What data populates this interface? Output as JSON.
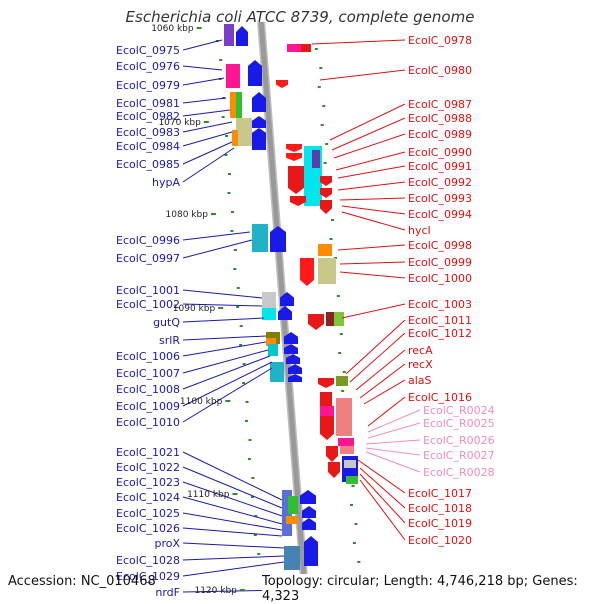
{
  "title": "Escherichia coli ATCC 8739, complete genome",
  "footer": {
    "accession": "Accession: NC_010468",
    "topology": "Topology: circular; Length: 4,746,218 bp; Genes: 4,323"
  },
  "colors": {
    "left_label": "#1a1aa8",
    "right_label": "#dd1111",
    "rna_label": "#f08cbe",
    "backbone": "#999999",
    "tick": "#2e8b2e"
  },
  "scale_ticks": [
    "1060 kbp",
    "1070 kbp",
    "1080 kbp",
    "1090 kbp",
    "1100 kbp",
    "1110 kbp",
    "1120 kbp"
  ],
  "left_labels": [
    "EcolC_0975",
    "EcolC_0976",
    "EcolC_0979",
    "EcolC_0981",
    "EcolC_0982",
    "EcolC_0983",
    "EcolC_0984",
    "EcolC_0985",
    "hypA",
    "EcolC_0996",
    "EcolC_0997",
    "EcolC_1001",
    "EcolC_1002",
    "gutQ",
    "srlR",
    "EcolC_1006",
    "EcolC_1007",
    "EcolC_1008",
    "EcolC_1009",
    "EcolC_1010",
    "EcolC_1021",
    "EcolC_1022",
    "EcolC_1023",
    "EcolC_1024",
    "EcolC_1025",
    "EcolC_1026",
    "proX",
    "EcolC_1028",
    "EcolC_1029",
    "nrdF"
  ],
  "right_labels": [
    "EcolC_0978",
    "EcolC_0980",
    "EcolC_0987",
    "EcolC_0988",
    "EcolC_0989",
    "EcolC_0990",
    "EcolC_0991",
    "EcolC_0992",
    "EcolC_0993",
    "EcolC_0994",
    "hycI",
    "EcolC_0998",
    "EcolC_0999",
    "EcolC_1000",
    "EcolC_1003",
    "EcolC_1011",
    "EcolC_1012",
    "recA",
    "recX",
    "alaS",
    "EcolC_1016",
    "EcolC_R0024",
    "EcolC_R0025",
    "EcolC_R0026",
    "EcolC_R0027",
    "EcolC_R0028",
    "EcolC_1017",
    "EcolC_1018",
    "EcolC_1019",
    "EcolC_1020"
  ]
}
